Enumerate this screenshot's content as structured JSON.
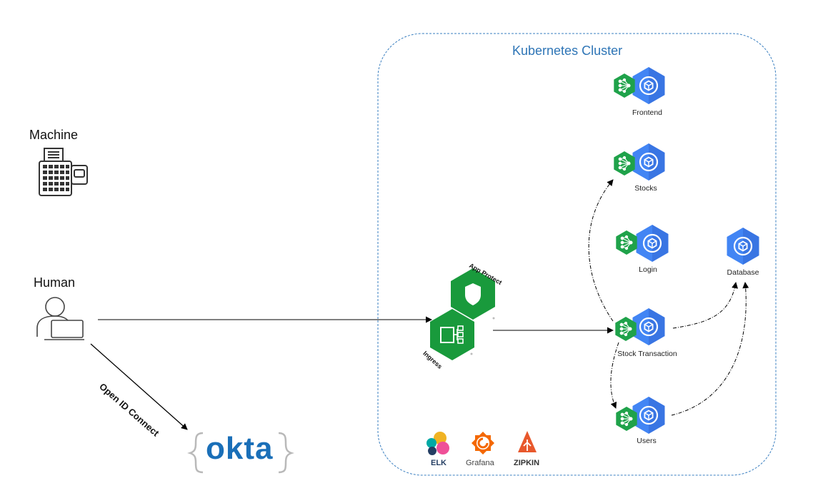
{
  "cluster": {
    "title": "Kubernetes Cluster"
  },
  "actors": {
    "machine": {
      "label": "Machine"
    },
    "human": {
      "label": "Human"
    }
  },
  "edges": {
    "oidc": {
      "label": "Open ID Connect"
    }
  },
  "idp": {
    "label": "okta"
  },
  "gateway": {
    "app_protect": "App Protect",
    "ingress": "Ingress"
  },
  "services": {
    "frontend": "Frontend",
    "stocks": "Stocks",
    "login": "Login",
    "stock_transaction": "Stock Transaction",
    "users": "Users",
    "database": "Database"
  },
  "tools": {
    "elk": "ELK",
    "grafana": "Grafana",
    "zipkin": "ZIPKIN"
  },
  "colors": {
    "cluster_border": "#3a7fc0",
    "cluster_title": "#2e75b6",
    "k8s_blue": "#3b78e7",
    "nginx_green": "#199a3c",
    "okta_blue": "#1a6fb8",
    "brace_gray": "#b9b9b9"
  }
}
